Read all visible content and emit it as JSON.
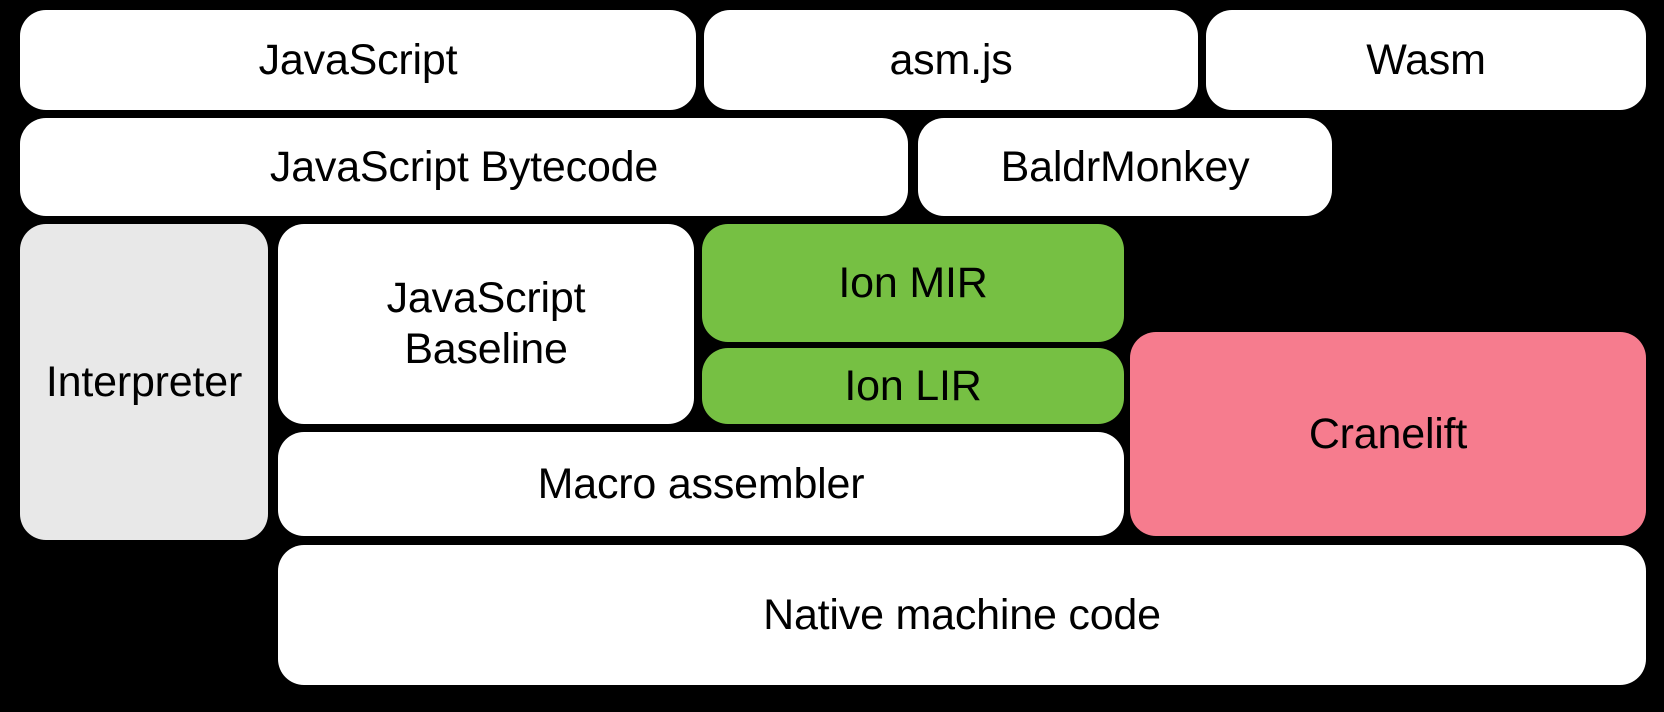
{
  "diagram": {
    "title": "SpiderMonkey execution tiers",
    "type": "layered-stack-diagram",
    "background_color": "#000000",
    "colors": {
      "white": "#ffffff",
      "gray": "#e8e8e8",
      "green": "#76c043",
      "pink": "#f67c8e",
      "text": "#000000"
    },
    "rows": [
      {
        "name": "source-formats",
        "nodes": [
          {
            "id": "javascript",
            "label": "JavaScript",
            "fill": "white"
          },
          {
            "id": "asm-js",
            "label": "asm.js",
            "fill": "white"
          },
          {
            "id": "wasm",
            "label": "Wasm",
            "fill": "white"
          }
        ]
      },
      {
        "name": "front-end-ir",
        "nodes": [
          {
            "id": "javascript-bytecode",
            "label": "JavaScript Bytecode",
            "fill": "white"
          },
          {
            "id": "baldrmonkey",
            "label": "BaldrMonkey",
            "fill": "white"
          }
        ]
      },
      {
        "name": "tiers",
        "nodes": [
          {
            "id": "interpreter",
            "label": "Interpreter",
            "fill": "gray"
          },
          {
            "id": "javascript-baseline",
            "label": "JavaScript\nBaseline",
            "fill": "white"
          },
          {
            "id": "ion-mir",
            "label": "Ion MIR",
            "fill": "green"
          },
          {
            "id": "ion-lir",
            "label": "Ion LIR",
            "fill": "green"
          },
          {
            "id": "cranelift",
            "label": "Cranelift",
            "fill": "pink"
          },
          {
            "id": "macro-assembler",
            "label": "Macro assembler",
            "fill": "white"
          }
        ]
      },
      {
        "name": "output",
        "nodes": [
          {
            "id": "native-machine-code",
            "label": "Native machine code",
            "fill": "white"
          }
        ]
      }
    ],
    "nodes": {
      "javascript": "JavaScript",
      "asm_js": "asm.js",
      "wasm": "Wasm",
      "javascript_bytecode": "JavaScript Bytecode",
      "baldrmonkey": "BaldrMonkey",
      "interpreter": "Interpreter",
      "javascript_baseline": "JavaScript\nBaseline",
      "ion_mir": "Ion MIR",
      "ion_lir": "Ion LIR",
      "cranelift": "Cranelift",
      "macro_assembler": "Macro assembler",
      "native_machine_code": "Native machine code"
    }
  }
}
